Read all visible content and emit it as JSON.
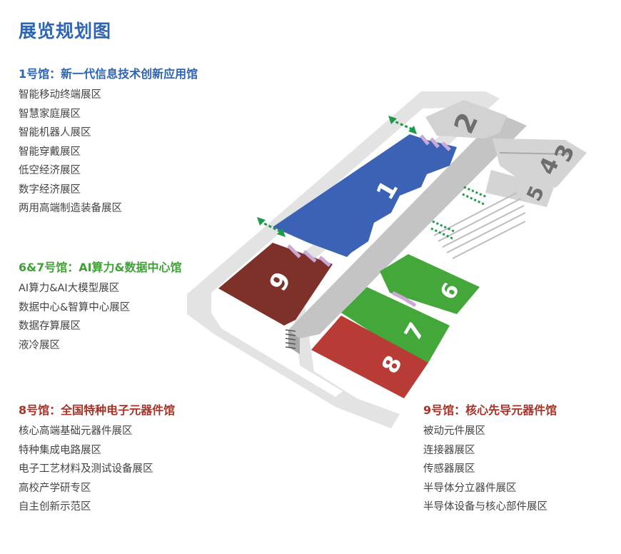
{
  "title": "展览规划图",
  "sections": {
    "hall1": {
      "heading": "1号馆：新一代信息技术创新应用馆",
      "items": [
        "智能移动终端展区",
        "智慧家庭展区",
        "智能机器人展区",
        "智能穿戴展区",
        "低空经济展区",
        "数字经济展区",
        "两用高端制造装备展区"
      ]
    },
    "hall67": {
      "heading": "6&7号馆：AI算力&数据中心馆",
      "items": [
        "AI算力&AI大模型展区",
        "数据中心&智算中心展区",
        "数据存算展区",
        "液冷展区"
      ]
    },
    "hall8": {
      "heading": "8号馆：全国特种电子元器件馆",
      "items": [
        "核心高端基础元器件展区",
        "特种集成电路展区",
        "电子工艺材料及测试设备展区",
        "高校产学研专区",
        "自主创新示范区"
      ]
    },
    "hall9": {
      "heading": "9号馆：核心先导元器件馆",
      "items": [
        "被动元件展区",
        "连接器展区",
        "传感器展区",
        "半导体分立器件展区",
        "半导体设备与核心部件展区"
      ]
    }
  },
  "map": {
    "halls": {
      "h1": "1",
      "h2": "2",
      "h3": "3",
      "h4": "4",
      "h5": "5",
      "h6": "6",
      "h7": "7",
      "h8": "8",
      "h9": "9"
    },
    "colors": {
      "blue": "#3b62b5",
      "red": "#b83b35",
      "dark_red": "#7e3128",
      "green": "#44a73a",
      "gray": "#c9c9c9",
      "road": "#e3e3e3",
      "arrow": "#1e9a4a"
    }
  }
}
